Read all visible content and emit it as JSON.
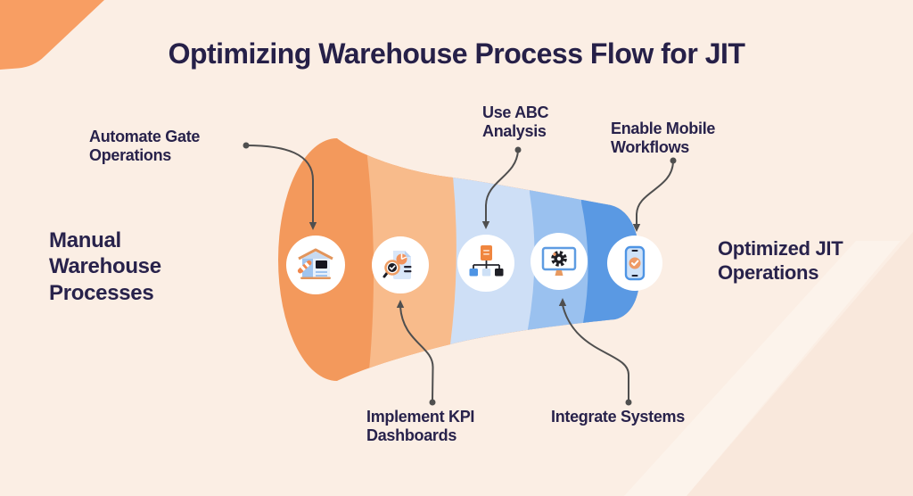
{
  "title": "Optimizing Warehouse Process Flow for JIT",
  "endpoints": {
    "start": "Manual Warehouse Processes",
    "end": "Optimized JIT Operations"
  },
  "stages": [
    {
      "label": "Automate Gate Operations",
      "icon": "gate-automation-icon",
      "color": "#F3995C",
      "label_position": "top"
    },
    {
      "label": "Implement KPI Dashboards",
      "icon": "kpi-document-icon",
      "color": "#F8BB8B",
      "label_position": "bottom"
    },
    {
      "label": "Use ABC Analysis",
      "icon": "abc-hierarchy-icon",
      "color": "#CEDFF6",
      "label_position": "top"
    },
    {
      "label": "Integrate Systems",
      "icon": "monitor-gear-icon",
      "color": "#9AC1EF",
      "label_position": "bottom"
    },
    {
      "label": "Enable Mobile Workflows",
      "icon": "mobile-check-icon",
      "color": "#5A99E3",
      "label_position": "top"
    }
  ],
  "palette": {
    "background": "#FBEEE4",
    "corner_accent": "#F89E63",
    "title_color": "#262048",
    "text_color": "#28224B",
    "connector_color": "#4F4F4F",
    "stage_circle": "#FFFFFF"
  }
}
